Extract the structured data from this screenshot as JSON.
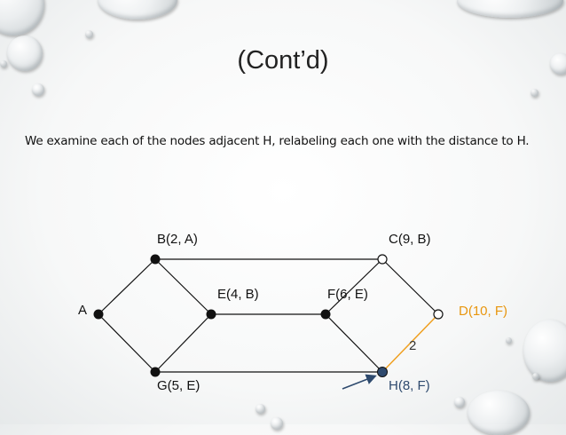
{
  "slide": {
    "title": "(Cont’d)",
    "subtitle": "We examine each of the nodes adjacent H, relabeling each one with the distance to H."
  },
  "graph": {
    "nodes": [
      {
        "id": "A",
        "label": "A"
      },
      {
        "id": "B",
        "label": "B(2, A)"
      },
      {
        "id": "C",
        "label": "C(9, B)"
      },
      {
        "id": "D",
        "label": "D(10, F)"
      },
      {
        "id": "E",
        "label": "E(4, B)"
      },
      {
        "id": "F",
        "label": "F(6, E)"
      },
      {
        "id": "G",
        "label": "G(5, E)"
      },
      {
        "id": "H",
        "label": "H(8, F)"
      }
    ],
    "edges": [
      {
        "from": "A",
        "to": "B"
      },
      {
        "from": "A",
        "to": "G"
      },
      {
        "from": "B",
        "to": "E"
      },
      {
        "from": "B",
        "to": "C"
      },
      {
        "from": "G",
        "to": "E"
      },
      {
        "from": "G",
        "to": "H"
      },
      {
        "from": "E",
        "to": "F"
      },
      {
        "from": "F",
        "to": "C"
      },
      {
        "from": "F",
        "to": "H"
      },
      {
        "from": "C",
        "to": "D"
      },
      {
        "from": "H",
        "to": "D",
        "highlight": true,
        "weight": "2"
      }
    ],
    "colors": {
      "edge": "#111111",
      "highlight_edge": "#f0a020",
      "d_label": "#e8960f",
      "h_label": "#2e4a6e",
      "h_node": "#2e4a6e",
      "arrow": "#2e4a6e"
    }
  }
}
